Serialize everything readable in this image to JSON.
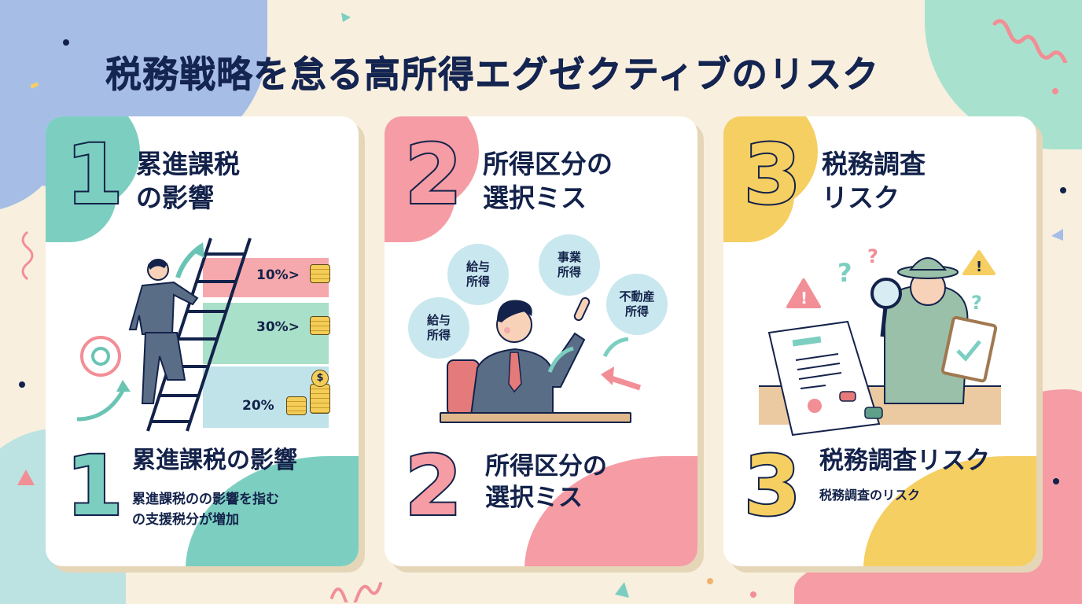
{
  "title": "税務戦略を怠る高所得エグゼクティブのリスク",
  "colors": {
    "background": "#f8efdf",
    "text": "#13224a",
    "teal": "#7ccfc0",
    "pink": "#f59ca5",
    "yellow": "#f6cf62",
    "blue_blob": "#a6bde6",
    "mint_blob": "#a8e2ce"
  },
  "cards": [
    {
      "number": "1",
      "top_heading_line1": "累進課税",
      "top_heading_line2": "の影響",
      "bottom_heading": "累進課税の影響",
      "description_line1": "累進課税のの影響を指む",
      "description_line2": "の支援税分が増加",
      "illustration": {
        "icon": "ladder-climber-illustration",
        "bands": [
          {
            "label": "10%",
            "suffix": ">"
          },
          {
            "label": "30%",
            "suffix": ">"
          },
          {
            "label": "20%",
            "suffix": ""
          }
        ],
        "coin_symbol": "$"
      }
    },
    {
      "number": "2",
      "top_heading_line1": "所得区分の",
      "top_heading_line2": "選択ミス",
      "bottom_heading_line1": "所得区分の",
      "bottom_heading_line2": "選択ミス",
      "illustration": {
        "icon": "businessman-choosing-illustration",
        "bubbles": [
          {
            "line1": "給与",
            "line2": "所得"
          },
          {
            "line1": "給与",
            "line2": "所得"
          },
          {
            "line1": "事業",
            "line2": "所得"
          },
          {
            "line1": "不動産",
            "line2": "所得"
          }
        ]
      }
    },
    {
      "number": "3",
      "top_heading_line1": "税務調査",
      "top_heading_line2": "リスク",
      "bottom_heading": "税務調査リスク",
      "description_line1": "税務調査のリスク",
      "illustration": {
        "icon": "tax-inspector-illustration",
        "symbols": [
          "?",
          "?",
          "?",
          "!",
          "!"
        ]
      }
    }
  ]
}
